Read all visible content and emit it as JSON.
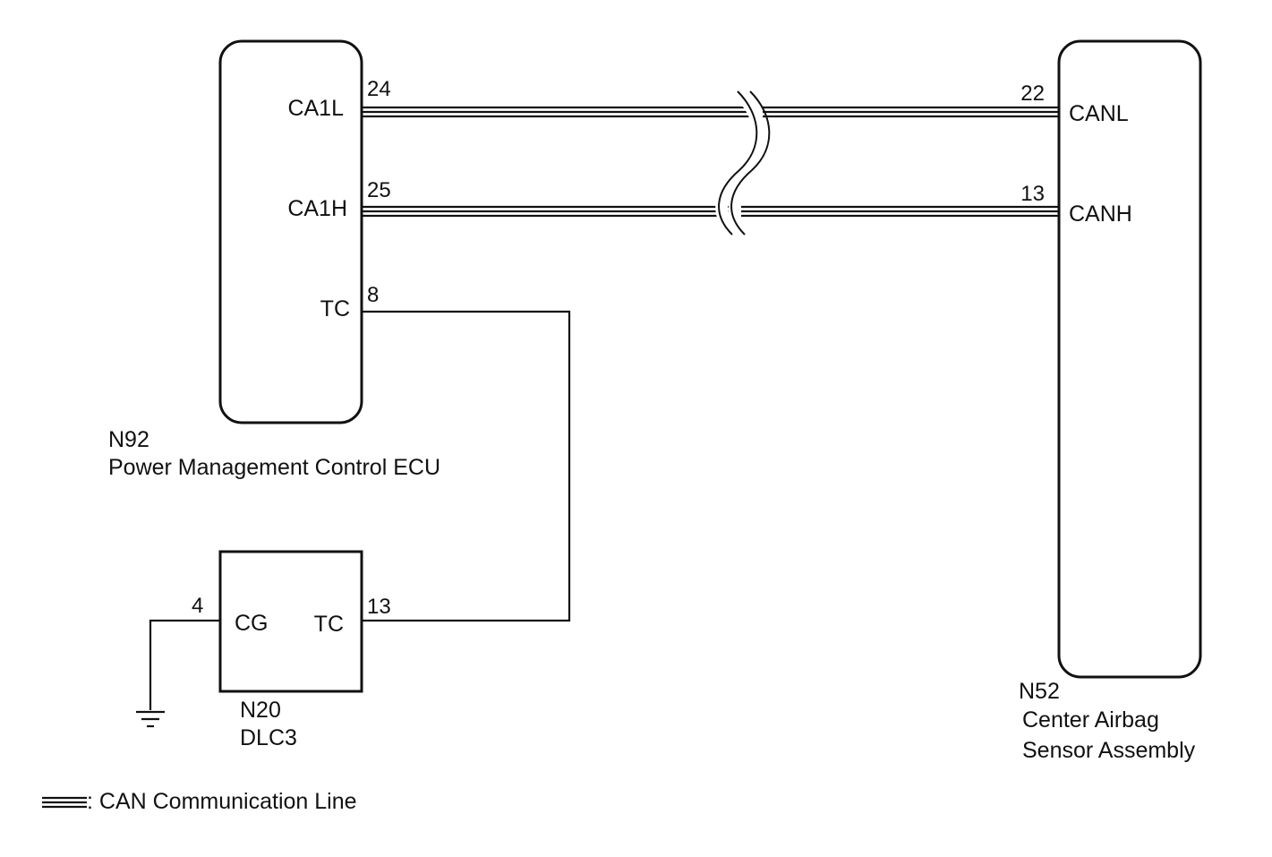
{
  "components": {
    "pmc_ecu": {
      "code": "N92",
      "name": "Power Management Control ECU",
      "terminals": {
        "ca1l": {
          "label": "CA1L",
          "pin": "24"
        },
        "ca1h": {
          "label": "CA1H",
          "pin": "25"
        },
        "tc": {
          "label": "TC",
          "pin": "8"
        }
      }
    },
    "airbag_sensor": {
      "code": "N52",
      "name_line1": "Center Airbag",
      "name_line2": "Sensor Assembly",
      "terminals": {
        "canl": {
          "label": "CANL",
          "pin": "22"
        },
        "canh": {
          "label": "CANH",
          "pin": "13"
        }
      }
    },
    "dlc3": {
      "code": "N20",
      "name": "DLC3",
      "terminals": {
        "cg": {
          "label": "CG",
          "pin": "4"
        },
        "tc": {
          "label": "TC",
          "pin": "13"
        }
      }
    }
  },
  "legend": {
    "text": ": CAN Communication Line"
  },
  "icons": {
    "ground": "ground-symbol-icon",
    "wire_break": "wire-break-icon"
  },
  "colors": {
    "line": "#111111",
    "background": "#ffffff"
  }
}
